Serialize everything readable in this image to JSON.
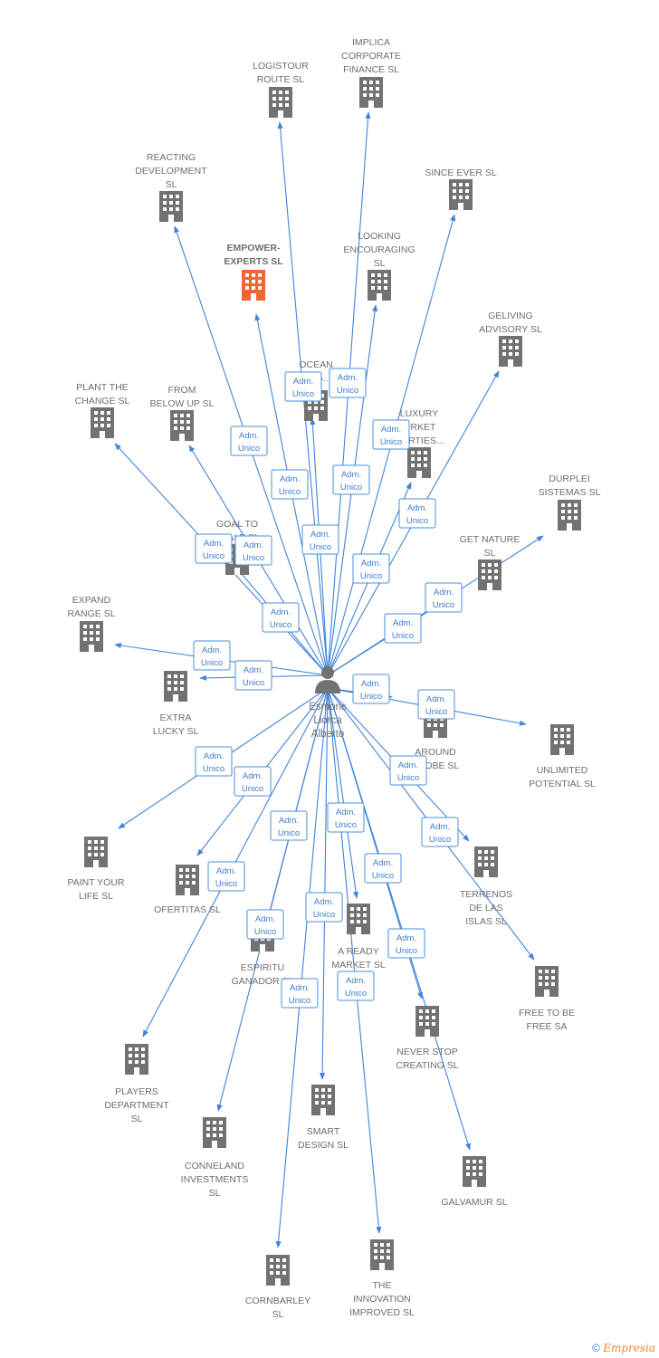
{
  "center": {
    "name_lines": [
      "Esmoris",
      "Llorca",
      "Alberto"
    ]
  },
  "role_lines": [
    "Adm.",
    "Unico"
  ],
  "colors": {
    "edge": "#3f84d8",
    "building": "#727272",
    "highlight": "#f26430",
    "label": "#6e6e6e",
    "role_text": "#3d7ccc"
  },
  "footer": {
    "copyright": "©",
    "brand": "Empresia"
  },
  "companies": [
    {
      "id": "logistour",
      "lines": [
        "LOGISTOUR",
        "ROUTE  SL"
      ]
    },
    {
      "id": "implica",
      "lines": [
        "IMPLICA",
        "CORPORATE",
        "FINANCE  SL"
      ]
    },
    {
      "id": "reacting",
      "lines": [
        "REACTING",
        "DEVELOPMENT",
        "SL"
      ]
    },
    {
      "id": "since-ever",
      "lines": [
        "SINCE EVER  SL"
      ]
    },
    {
      "id": "empower",
      "lines": [
        "EMPOWER-",
        "EXPERTS  SL"
      ],
      "highlight": true
    },
    {
      "id": "looking",
      "lines": [
        "LOOKING",
        "ENCOURAGING",
        "SL"
      ]
    },
    {
      "id": "geliving",
      "lines": [
        "GELIVING",
        "ADVISORY  SL"
      ]
    },
    {
      "id": "ocean",
      "lines": [
        "OCEAN",
        "C...G..."
      ]
    },
    {
      "id": "plant",
      "lines": [
        "PLANT THE",
        "CHANGE  SL"
      ]
    },
    {
      "id": "from-below",
      "lines": [
        "FROM",
        "BELOW UP  SL"
      ]
    },
    {
      "id": "luxury",
      "lines": [
        "LUXURY",
        "...RKET",
        "...ERTIES..."
      ]
    },
    {
      "id": "durplei",
      "lines": [
        "DURPLEI",
        "SISTEMAS  SL"
      ]
    },
    {
      "id": "goal",
      "lines": [
        "GOAL TO",
        "SCALE  SL"
      ]
    },
    {
      "id": "get-nature",
      "lines": [
        "GET NATURE",
        "SL"
      ]
    },
    {
      "id": "expand",
      "lines": [
        "EXPAND",
        "RANGE  SL"
      ]
    },
    {
      "id": "extra",
      "lines": [
        "EXTRA",
        "LUCKY  SL"
      ]
    },
    {
      "id": "around",
      "lines": [
        "AROUND",
        "...LOBE  SL"
      ]
    },
    {
      "id": "unlimited",
      "lines": [
        "UNLIMITED",
        "POTENTIAL  SL"
      ]
    },
    {
      "id": "paint",
      "lines": [
        "PAINT YOUR",
        "LIFE  SL"
      ]
    },
    {
      "id": "ofertitas",
      "lines": [
        "OFERTITAS  SL"
      ]
    },
    {
      "id": "terrenos",
      "lines": [
        "TERRENOS",
        "DE LAS",
        "ISLAS  SL"
      ]
    },
    {
      "id": "a-ready",
      "lines": [
        "A READY",
        "MARKET  SL"
      ]
    },
    {
      "id": "espiritu",
      "lines": [
        "ESPIRITU",
        "GANADOR SL"
      ]
    },
    {
      "id": "free",
      "lines": [
        "FREE TO BE",
        "FREE SA"
      ]
    },
    {
      "id": "never-stop",
      "lines": [
        "NEVER STOP",
        "CREATING  SL"
      ]
    },
    {
      "id": "players",
      "lines": [
        "PLAYERS",
        "DEPARTMENT",
        "SL"
      ]
    },
    {
      "id": "smart",
      "lines": [
        "SMART",
        "DESIGN  SL"
      ]
    },
    {
      "id": "conneland",
      "lines": [
        "CONNELAND",
        "INVESTMENTS",
        "SL"
      ]
    },
    {
      "id": "galvamur",
      "lines": [
        "GALVAMUR  SL"
      ]
    },
    {
      "id": "cornbarley",
      "lines": [
        "CORNBARLEY",
        "SL"
      ]
    },
    {
      "id": "innovation",
      "lines": [
        "THE",
        "INNOVATION",
        "IMPROVED  SL"
      ]
    }
  ]
}
